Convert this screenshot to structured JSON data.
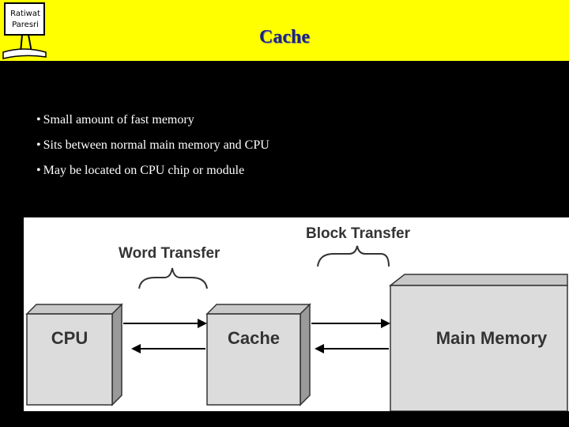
{
  "logo": {
    "line1": "Ratiwat",
    "line2": "Paresri"
  },
  "title": "Cache",
  "bullets": [
    "Small amount of fast memory",
    "Sits between normal main memory and CPU",
    "May be located on CPU chip or module"
  ],
  "diagram": {
    "word_transfer": "Word Transfer",
    "block_transfer": "Block Transfer",
    "cpu": "CPU",
    "cache": "Cache",
    "main_memory": "Main Memory"
  },
  "colors": {
    "title_bar": "#ffff00",
    "title_text": "#1a237e",
    "background": "#000000",
    "box_fill": "#dcdcdc"
  }
}
